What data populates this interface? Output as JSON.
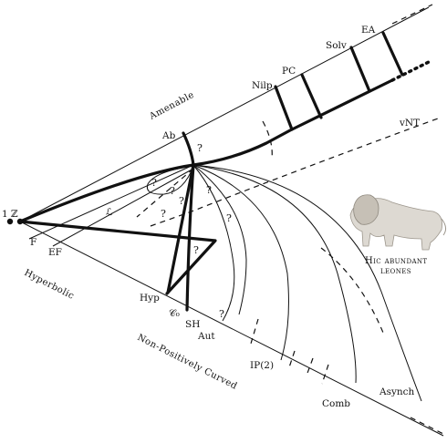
{
  "regions": {
    "amenable": "Amenable",
    "hyperbolic": "Hyperbolic",
    "npc": "Non-Positively Curved"
  },
  "classes": {
    "one_z": "1 ℤ",
    "f": "F",
    "ef": "EF",
    "script_l": "ℒ",
    "ab": "Ab",
    "nilp": "Nilp",
    "pc": "PC",
    "solv": "Solv",
    "ea": "EA",
    "vnt": "vNT",
    "hyp": "Hyp",
    "c0": "𝒞₀",
    "sh": "SH",
    "aut": "Aut",
    "ip2": "IP(2)",
    "comb": "Comb",
    "asynch": "Asynch"
  },
  "lion_caption": {
    "line1": "Hic abundant",
    "line2": "leones"
  },
  "unknown_mark": "?",
  "colors": {
    "ink": "#111111",
    "lion": "#b9b4ac"
  },
  "icons": {
    "lion": "lion-illustration"
  }
}
